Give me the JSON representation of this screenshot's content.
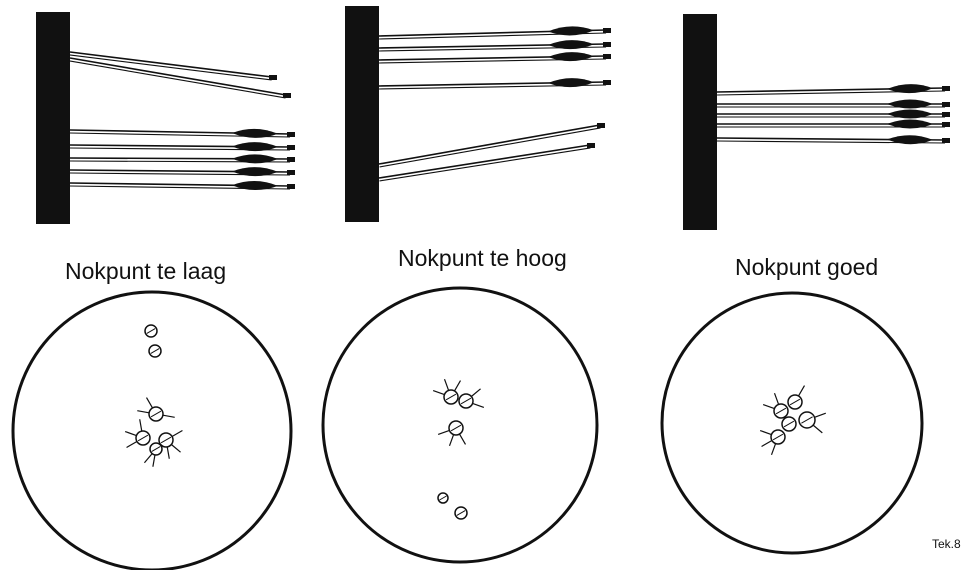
{
  "panels": [
    {
      "caption": "Nokpunt te laag"
    },
    {
      "caption": "Nokpunt te hoog"
    },
    {
      "caption": "Nokpunt goed"
    }
  ],
  "figure_ref": "Tek.8",
  "colors": {
    "ink": "#111111",
    "paper": "#ffffff"
  }
}
